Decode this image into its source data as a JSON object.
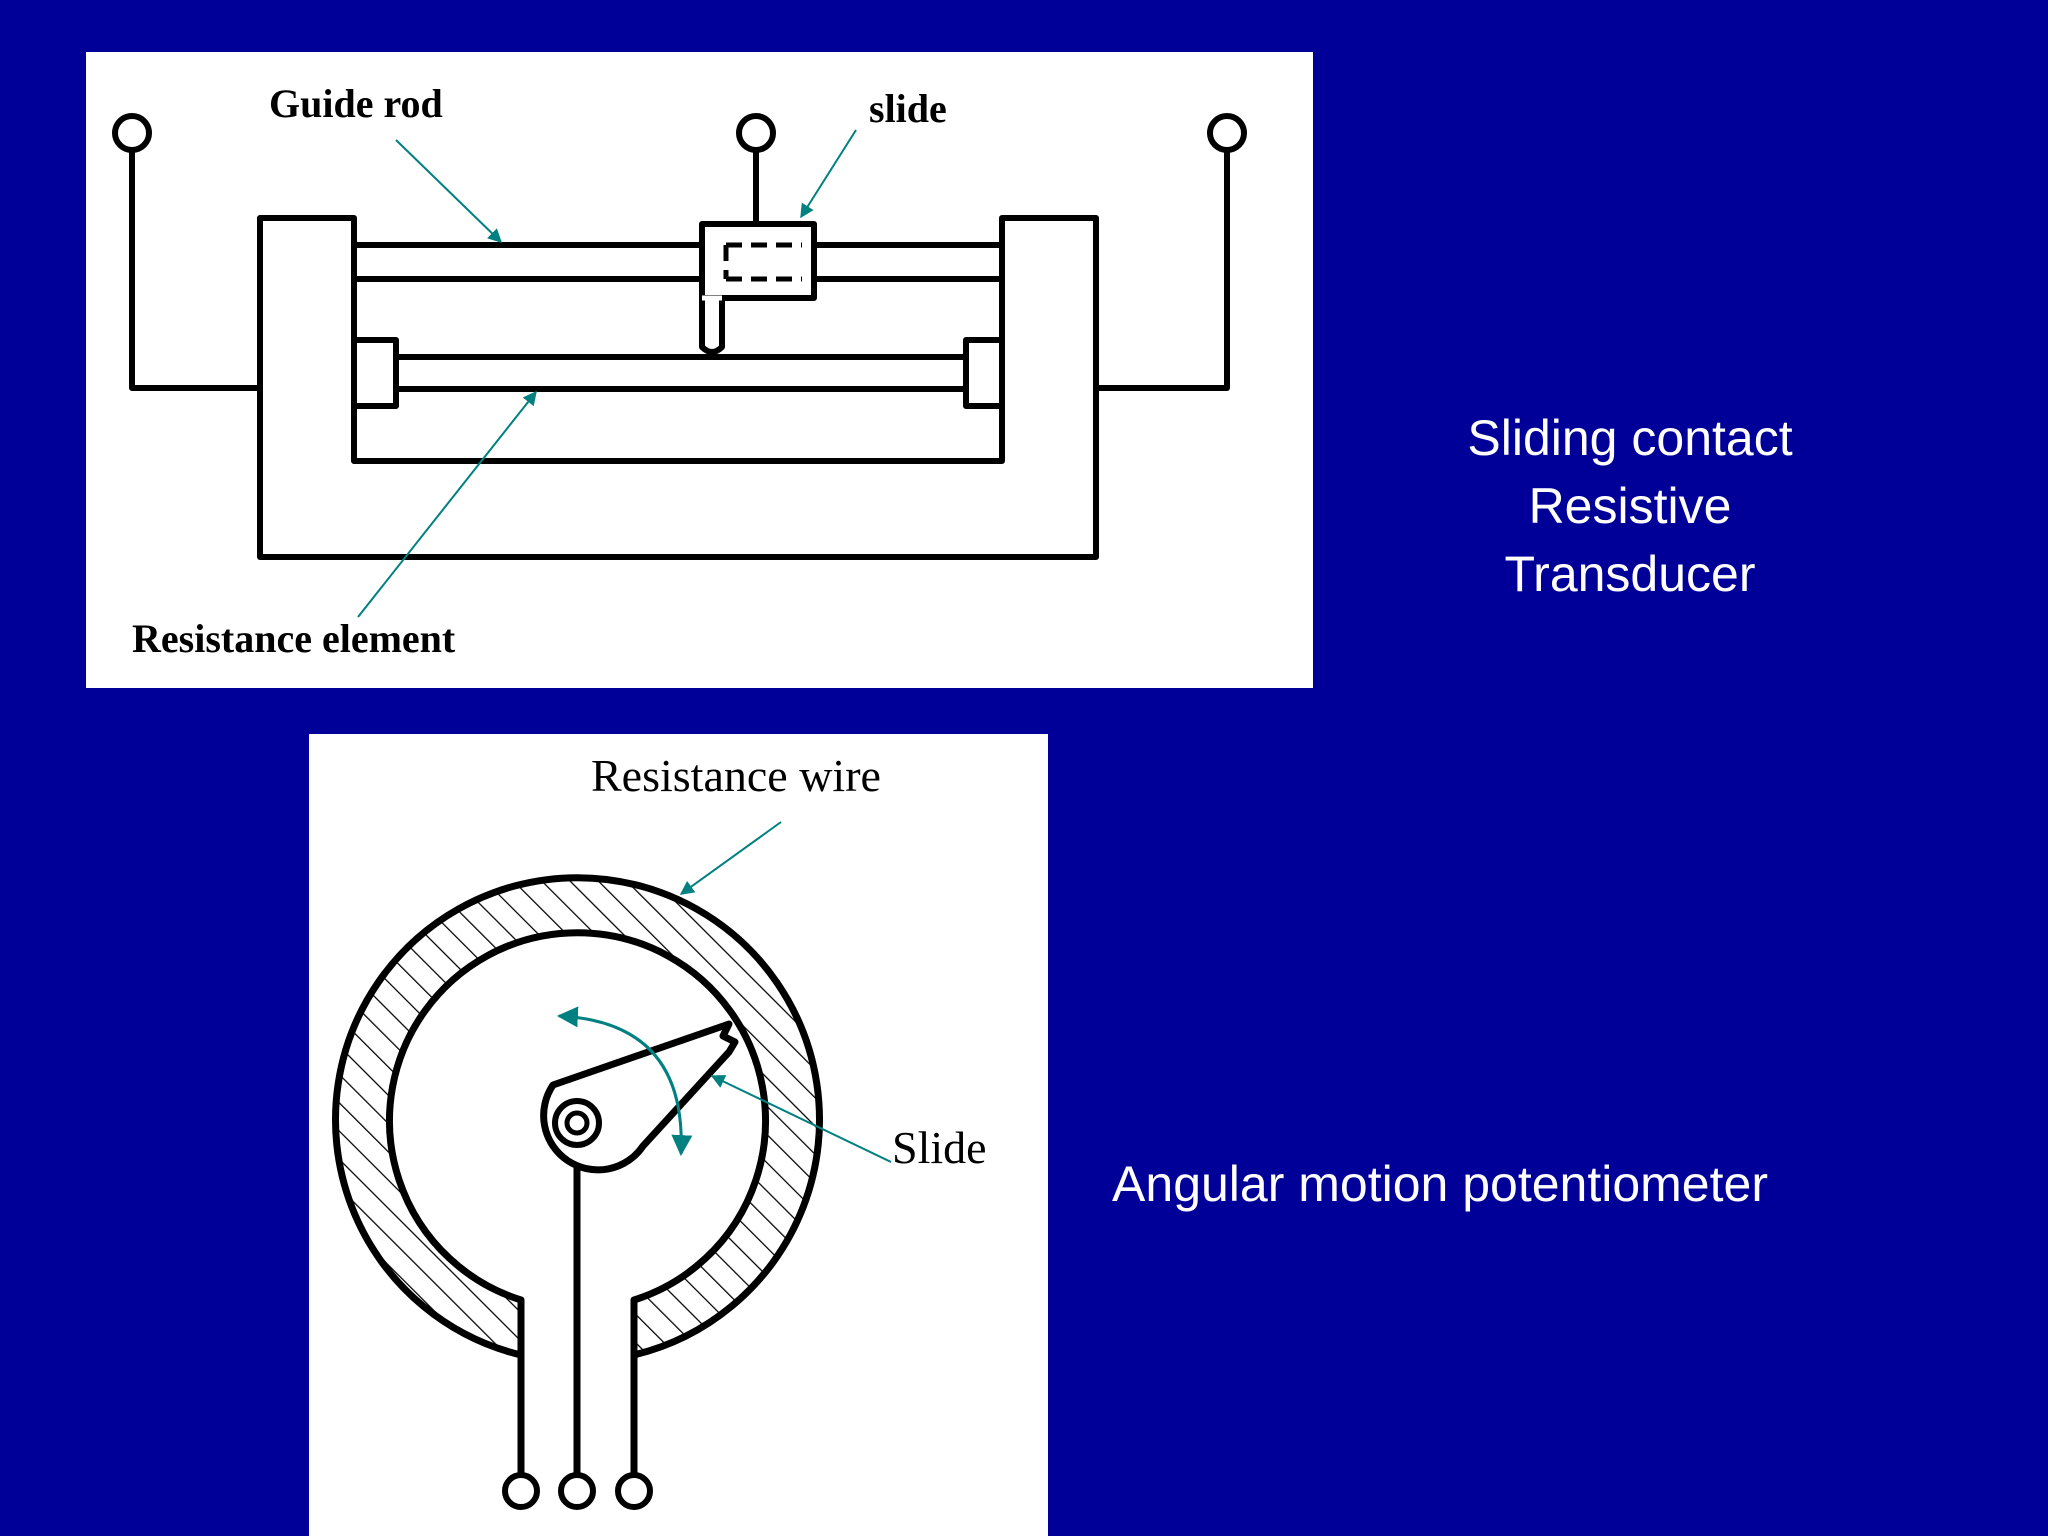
{
  "linear_diagram": {
    "labels": {
      "guide_rod": "Guide rod",
      "slide": "slide",
      "resistance_element": "Resistance element"
    }
  },
  "angular_diagram": {
    "labels": {
      "resistance_wire": "Resistance wire",
      "slide": "Slide"
    }
  },
  "captions": {
    "sliding_contact": [
      "Sliding contact",
      "Resistive",
      "Transducer"
    ],
    "angular": "Angular motion potentiometer"
  },
  "colors": {
    "background": "#000099",
    "panel": "#ffffff",
    "leader_arrow": "#008080",
    "caption_text": "#ffffff"
  }
}
